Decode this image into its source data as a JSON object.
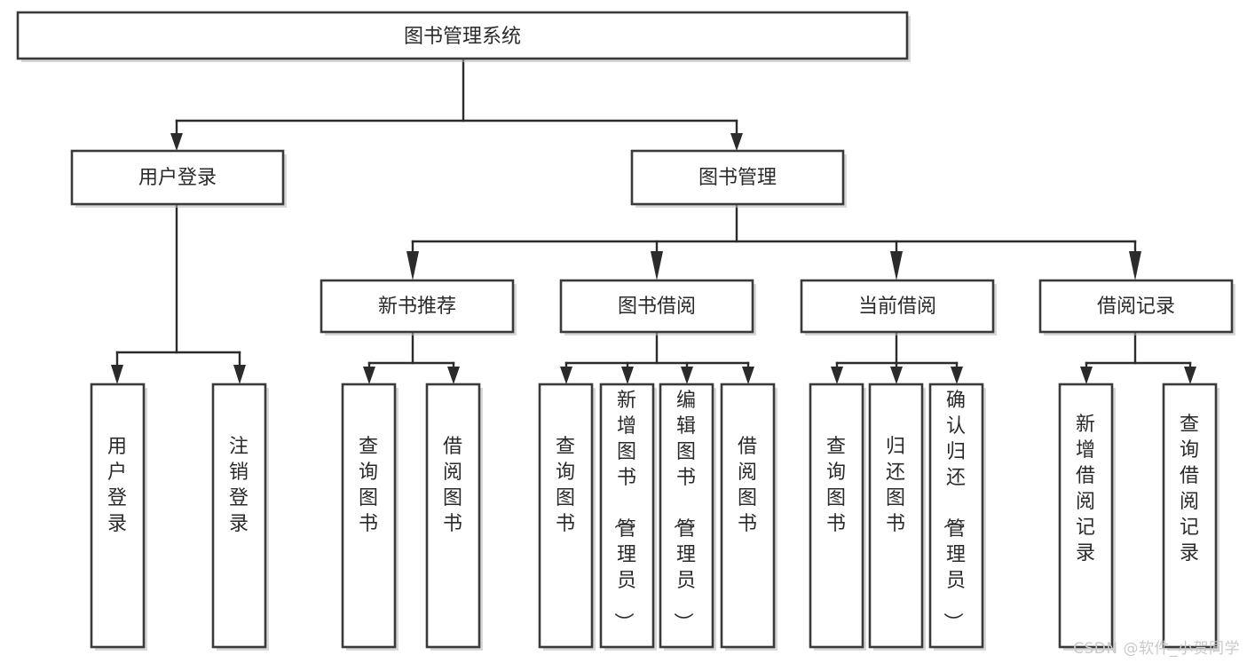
{
  "diagram": {
    "title": "图书管理系统",
    "type": "tree-hierarchy",
    "watermark": "CSDN @软件_小贺同学",
    "colors": {
      "box_fill": "#ffffff",
      "box_stroke": "#3a3a3a",
      "edge": "#2b2b2b",
      "text": "#2a2a2a",
      "watermark": "#c9c9c9",
      "background": "#ffffff"
    },
    "root": {
      "label": "图书管理系统"
    },
    "level2": [
      {
        "label": "用户登录"
      },
      {
        "label": "图书管理"
      }
    ],
    "level3": [
      {
        "label": "新书推荐"
      },
      {
        "label": "图书借阅"
      },
      {
        "label": "当前借阅"
      },
      {
        "label": "借阅记录"
      }
    ],
    "leaves": {
      "user_login": [
        {
          "label": "用户登录"
        },
        {
          "label": "注销登录"
        }
      ],
      "new_book_recommend": [
        {
          "label": "查询图书"
        },
        {
          "label": "借阅图书"
        }
      ],
      "book_borrow": [
        {
          "label": "查询图书"
        },
        {
          "label": "新增图书（管理员）"
        },
        {
          "label": "编辑图书（管理员）"
        },
        {
          "label": "借阅图书"
        }
      ],
      "current_borrow": [
        {
          "label": "查询图书"
        },
        {
          "label": "归还图书"
        },
        {
          "label": "确认归还（管理员）"
        }
      ],
      "borrow_record": [
        {
          "label": "新增借阅记录"
        },
        {
          "label": "查询借阅记录"
        }
      ]
    }
  }
}
